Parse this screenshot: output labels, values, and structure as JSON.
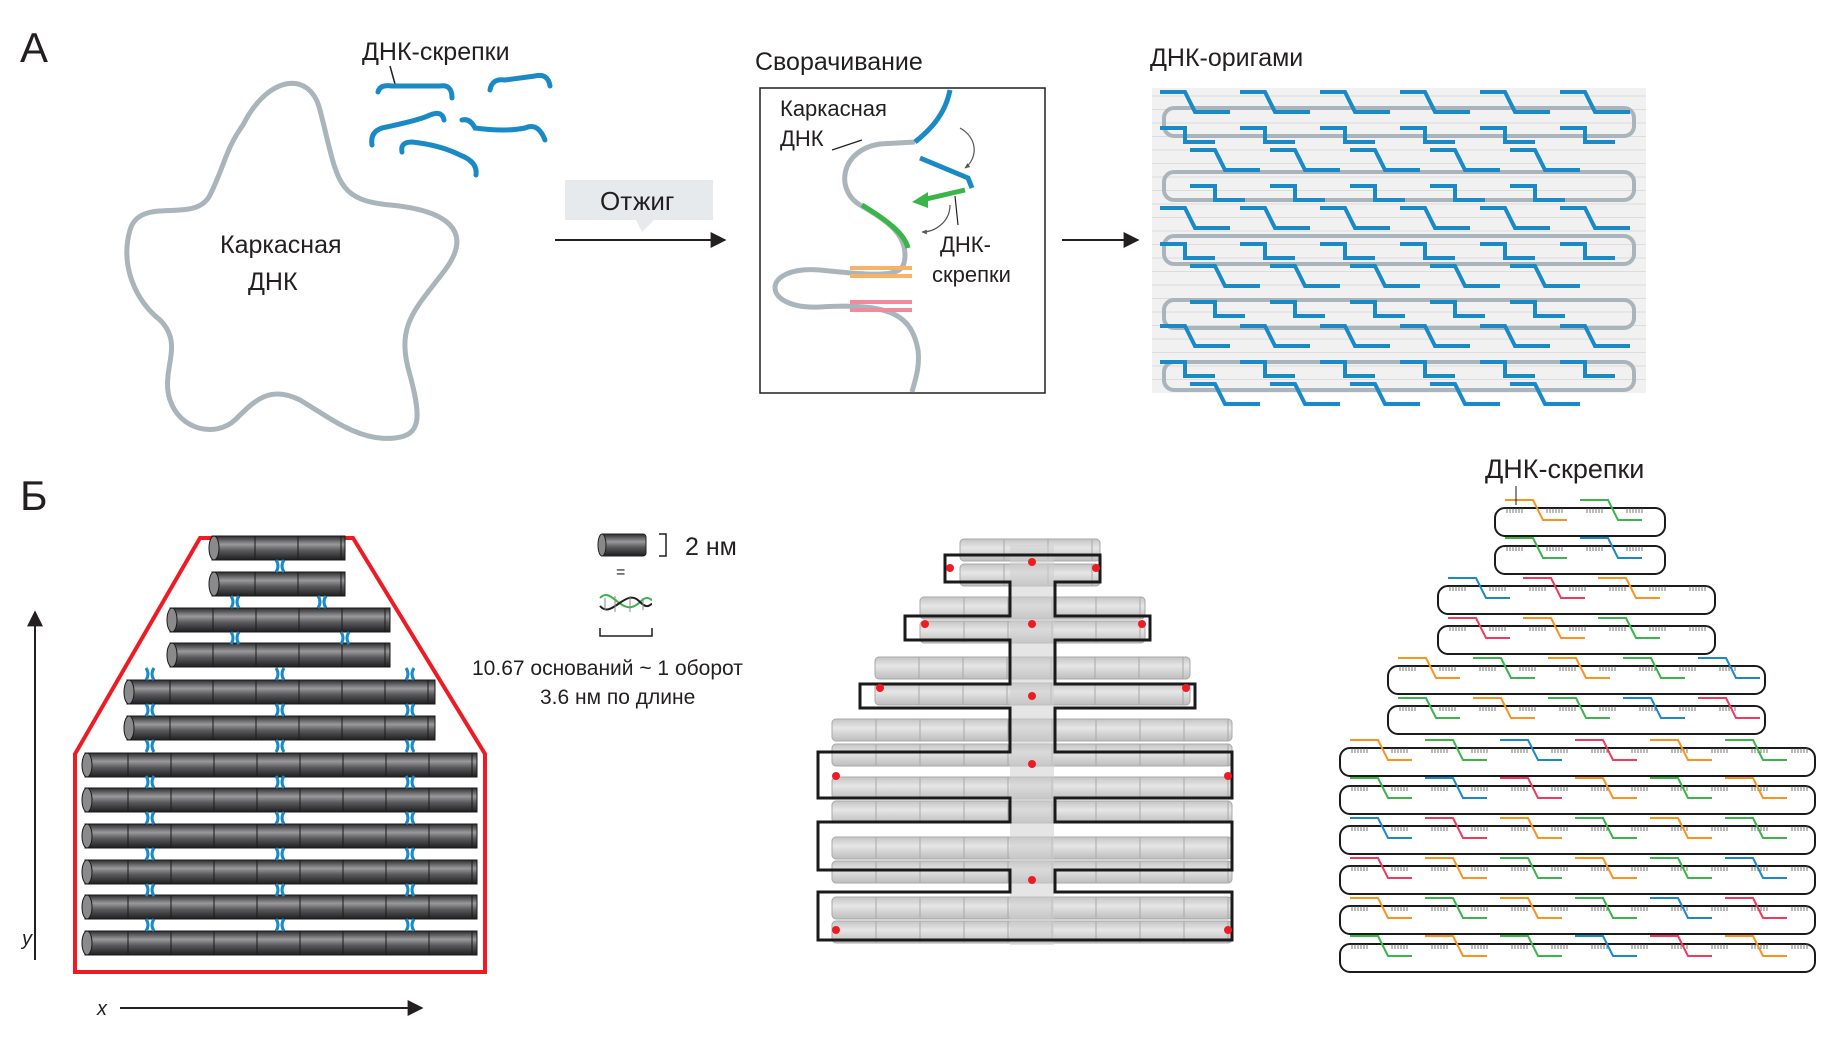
{
  "panel_a": {
    "letter": "А",
    "staples_label": "ДНК-скрепки",
    "scaffold_label_line1": "Каркасная",
    "scaffold_label_line2": "ДНК",
    "anneal_label": "Отжиг",
    "folding_title": "Сворачивание",
    "folding_scaffold_line1": "Каркасная",
    "folding_scaffold_line2": "ДНК",
    "folding_staples_line1": "ДНК-",
    "folding_staples_line2": "скрепки",
    "origami_title": "ДНК-оригами"
  },
  "panel_b": {
    "letter": "Б",
    "scale_label": "2 нм",
    "helix_line1": "10.67 оснований ~ 1 оборот",
    "helix_line2": "3.6 нм по длине",
    "axis_x": "x",
    "axis_y": "y",
    "staples_title": "ДНК-скрепки"
  },
  "colors": {
    "scaffold": "#a9b4bb",
    "staple": "#1a8ac6",
    "staple_green": "#3ab54a",
    "staple_orange": "#f7941d",
    "staple_red": "#ee3b5b",
    "outline": "#ed1c24",
    "cylinder": "#4d4d4f",
    "arrow": "#231f20"
  }
}
